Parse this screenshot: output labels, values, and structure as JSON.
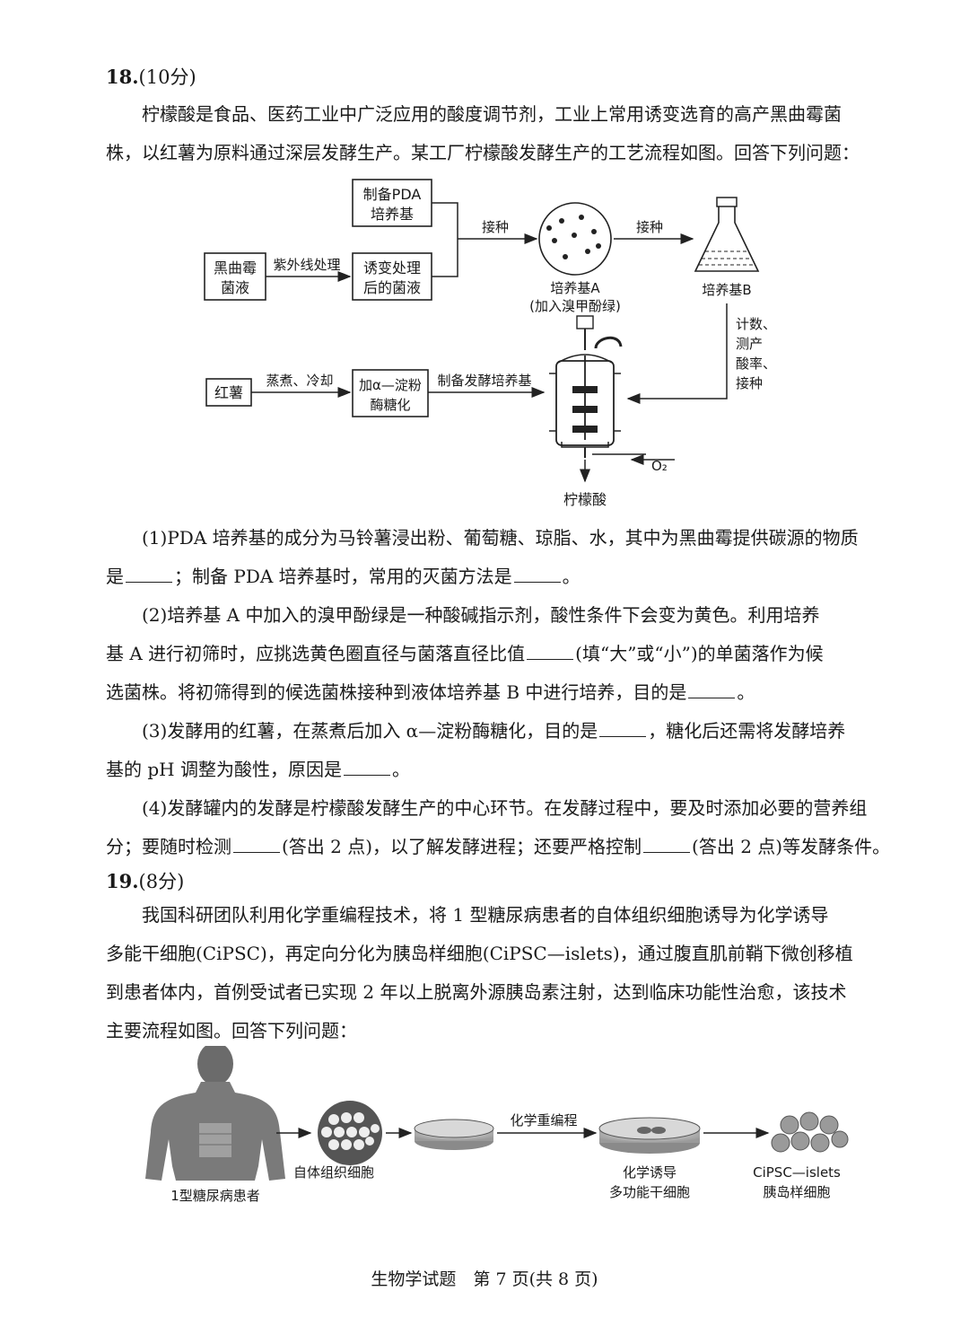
{
  "q18": {
    "number": "18.",
    "points": "(10分)",
    "intro": [
      "柠檬酸是食品、医药工业中广泛应用的酸度调节剂，工业上常用诱变选育的高产黑曲霉菌",
      "株，以红薯为原料通过深层发酵生产。某工厂柠檬酸发酵生产的工艺流程如图。回答下列问题："
    ],
    "diagram": {
      "box_pda": [
        "制备PDA",
        "培养基"
      ],
      "box_aspergillus": [
        "黑曲霉",
        "菌液"
      ],
      "arrow_uv": "紫外线处理",
      "box_mutated": [
        "诱变处理",
        "后的菌液"
      ],
      "arrow_inoc1": "接种",
      "plate_a_label": [
        "培养基A",
        "(加入溴甲酚绿)"
      ],
      "arrow_inoc2": "接种",
      "flask_b_label": "培养基B",
      "side_note": [
        "计数、",
        "测产",
        "酸率、",
        "接种"
      ],
      "box_sweetpotato": "红薯",
      "arrow_steam": "蒸煮、冷却",
      "box_amylase": [
        "加α—淀粉",
        "酶糖化"
      ],
      "arrow_medium": "制备发酵培养基",
      "o2_label": "O₂",
      "product_label": "柠檬酸"
    },
    "questions": [
      [
        "(1)PDA 培养基的成分为马铃薯浸出粉、葡萄糖、琼脂、水，其中为黑曲霉提供碳源的物质",
        "是",
        "；制备 PDA 培养基时，常用的灭菌方法是",
        "。"
      ],
      [
        "(2)培养基 A 中加入的溴甲酚绿是一种酸碱指示剂，酸性条件下会变为黄色。利用培养",
        "基 A 进行初筛时，应挑选黄色圈直径与菌落直径比值",
        "(填“大”或“小”)的单菌落作为候",
        "选菌株。将初筛得到的候选菌株接种到液体培养基 B 中进行培养，目的是",
        "。"
      ],
      [
        "(3)发酵用的红薯，在蒸煮后加入 α—淀粉酶糖化，目的是",
        "，糖化后还需将发酵培养",
        "基的 pH 调整为酸性，原因是",
        "。"
      ],
      [
        "(4)发酵罐内的发酵是柠檬酸发酵生产的中心环节。在发酵过程中，要及时添加必要的营养组",
        "分；要随时检测",
        "(答出 2 点)，以了解发酵进程；还要严格控制",
        "(答出 2 点)等发酵条件。"
      ]
    ]
  },
  "q19": {
    "number": "19.",
    "points": "(8分)",
    "intro": [
      "我国科研团队利用化学重编程技术，将 1 型糖尿病患者的自体组织细胞诱导为化学诱导",
      "多能干细胞(CiPSC)，再定向分化为胰岛样细胞(CiPSC—islets)，通过腹直肌前鞘下微创移植",
      "到患者体内，首例受试者已实现 2 年以上脱离外源胰岛素注射，达到临床功能性治愈，该技术",
      "主要流程如图。回答下列问题："
    ],
    "diagram": {
      "patient_label": "1型糖尿病患者",
      "cells_label": "自体组织细胞",
      "arrow_reprogram": "化学重编程",
      "ipsc_label": [
        "化学诱导",
        "多功能干细胞"
      ],
      "islet_label": [
        "CiPSC—islets",
        "胰岛样细胞"
      ]
    }
  },
  "footer": "生物学试题　第 7 页(共 8 页)"
}
